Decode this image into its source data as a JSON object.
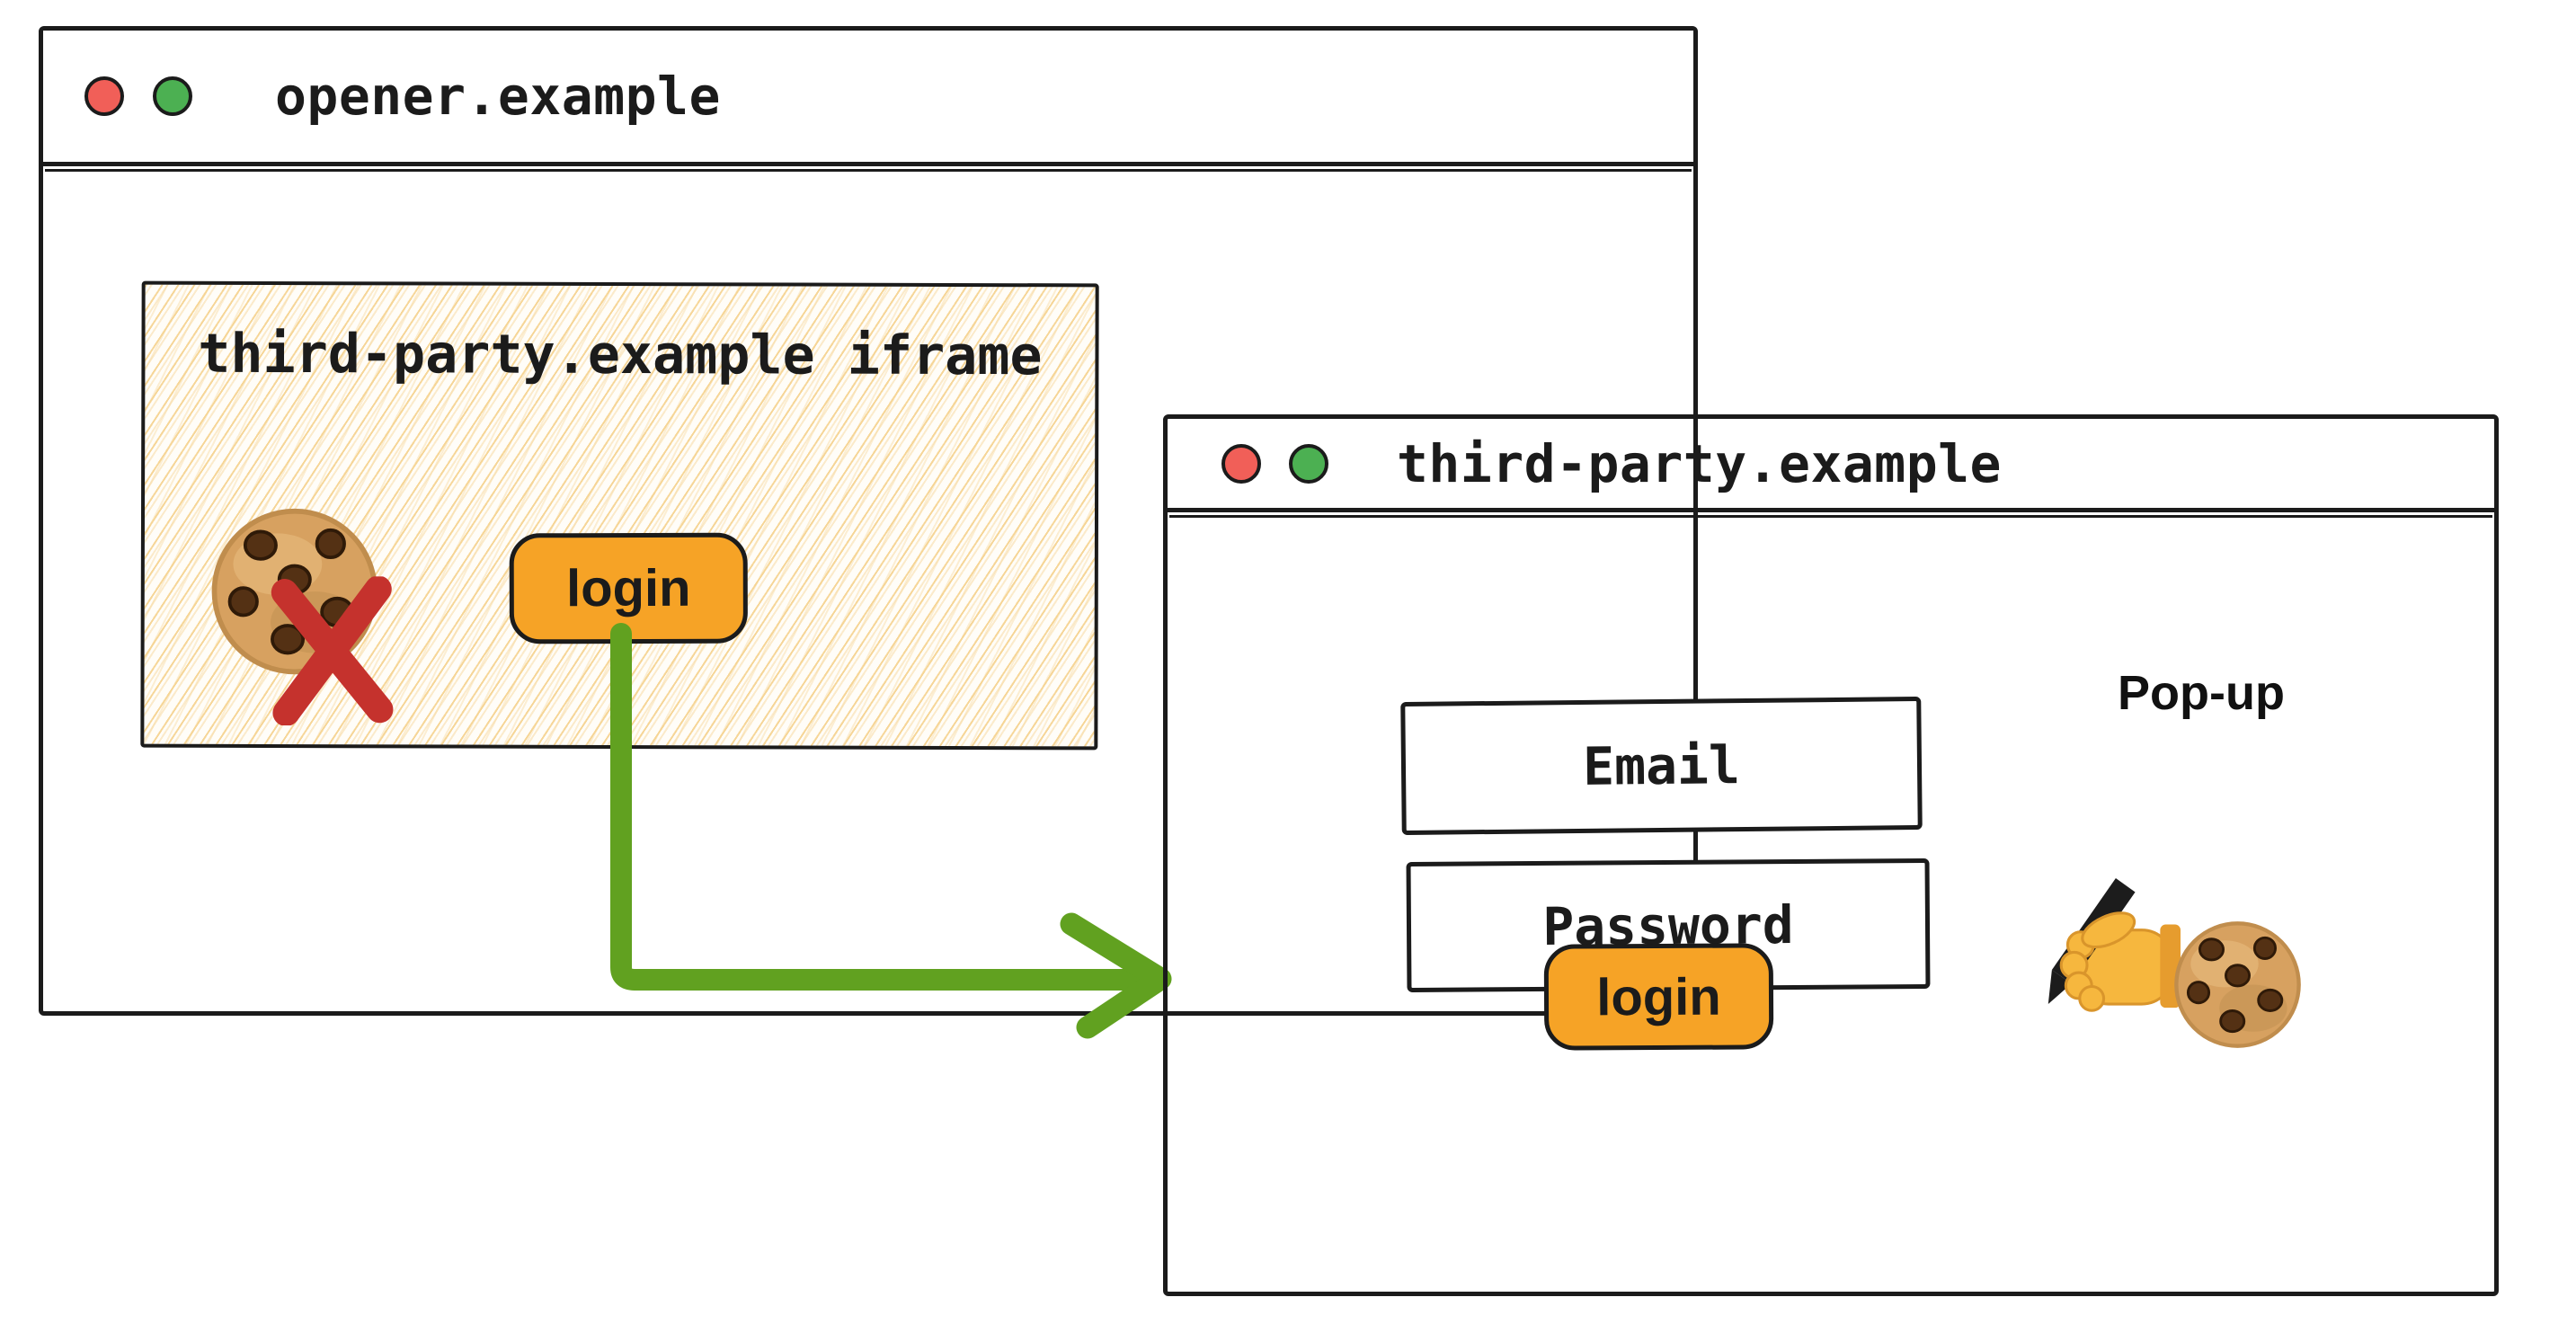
{
  "palette": {
    "ink": "#1b1b1b",
    "paper": "#ffffff",
    "btn_orange": "#f6a326",
    "arrow_green": "#61a120",
    "cross_red": "#c5322d",
    "light_red": "#f15f58",
    "light_green": "#4cb052",
    "hatch": "#f6d493"
  },
  "opener": {
    "title": "opener.example",
    "window_controls": [
      "close",
      "minimize"
    ],
    "iframe": {
      "label": "third-party.example iframe",
      "login_label": "login",
      "cookie_state": "blocked"
    }
  },
  "popup": {
    "title": "third-party.example",
    "window_controls": [
      "close",
      "minimize"
    ],
    "annotation": "Pop-up",
    "email_label": "Email",
    "password_label": "Password",
    "login_label": "login",
    "cookie_state": "written"
  },
  "icons": {
    "traffic_light_red": "red-circle",
    "traffic_light_green": "green-circle",
    "cookie": "chocolate-chip-cookie",
    "blocked_cross": "red-x",
    "writing_hand": "hand-with-pen",
    "flow_arrow": "green-elbow-arrow"
  }
}
